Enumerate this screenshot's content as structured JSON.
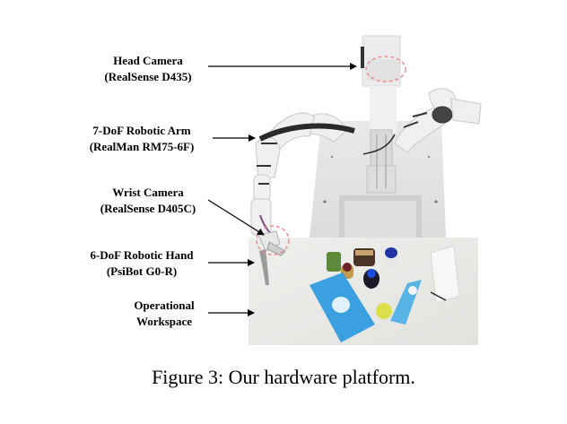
{
  "figure": {
    "caption": "Figure 3: Our hardware platform.",
    "labels": [
      {
        "id": "head-camera",
        "line1": "Head Camera",
        "line2": "(RealSense D435)"
      },
      {
        "id": "robotic-arm",
        "line1": "7-DoF Robotic Arm",
        "line2": "(RealMan RM75-6F)"
      },
      {
        "id": "wrist-camera",
        "line1": "Wrist Camera",
        "line2": "(RealSense D405C)"
      },
      {
        "id": "robotic-hand",
        "line1": "6-DoF Robotic Hand",
        "line2": "(PsiBot G0-R)"
      },
      {
        "id": "workspace",
        "line1": "Operational",
        "line2": "Workspace"
      }
    ],
    "highlight_color": "#e88a8a"
  }
}
